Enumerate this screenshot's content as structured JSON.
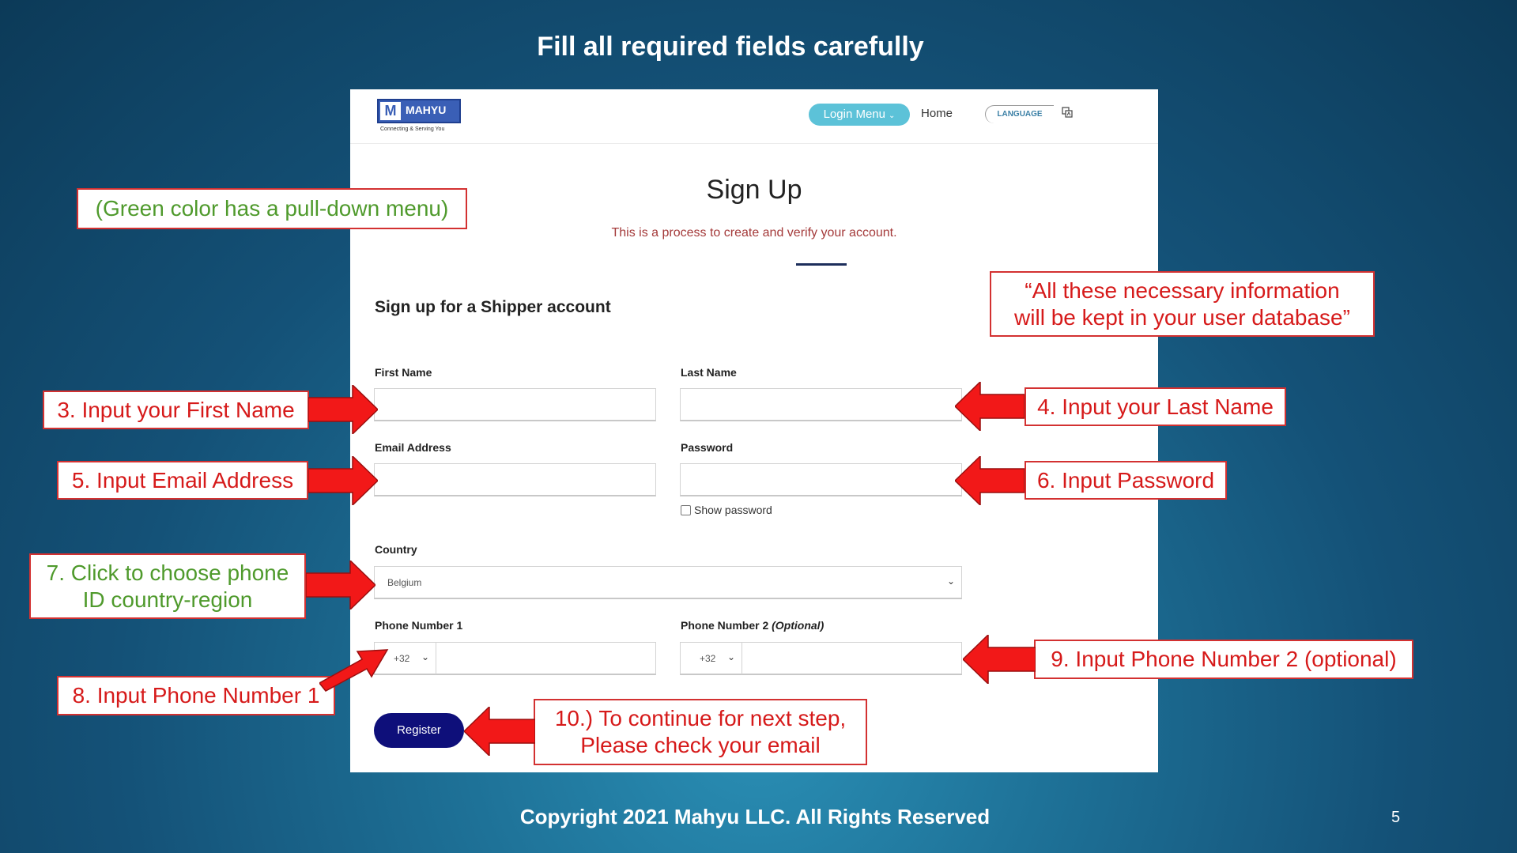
{
  "slide": {
    "title": "Fill all required fields carefully",
    "footer": "Copyright 2021 Mahyu LLC. All Rights Reserved",
    "page_number": "5"
  },
  "site": {
    "logo_text": "MAHYU",
    "logo_letter": "M",
    "logo_tagline": "Connecting & Serving You",
    "nav": {
      "login_menu": "Login Menu",
      "home": "Home",
      "language": "LANGUAGE"
    }
  },
  "form": {
    "title": "Sign Up",
    "subtitle": "This is a process to create and verify your account.",
    "section_title": "Sign up for a Shipper account",
    "first_name_label": "First Name",
    "last_name_label": "Last Name",
    "email_label": "Email Address",
    "password_label": "Password",
    "show_password_label": "Show password",
    "country_label": "Country",
    "country_value": "Belgium",
    "phone1_label": "Phone Number 1",
    "phone2_label": "Phone Number 2",
    "phone2_optional": "(Optional)",
    "phone1_code": "+32",
    "phone2_code": "+32",
    "register_label": "Register"
  },
  "callouts": {
    "green_note": "(Green color has a pull-down menu)",
    "database_line1": "“All these necessary information",
    "database_line2": "will be kept in your user database”",
    "first_name": "3. Input your First Name",
    "last_name": "4. Input your Last Name",
    "email": "5. Input Email Address",
    "password": "6. Input Password",
    "country_line1": "7. Click to choose phone",
    "country_line2": "ID country-region",
    "phone1": "8. Input Phone Number 1",
    "phone2": "9. Input Phone Number 2 (optional)",
    "register_line1": "10.) To continue for next step,",
    "register_line2": "Please check your email"
  },
  "colors": {
    "callout_red": "#d61a1a",
    "callout_green": "#4f9a2c",
    "arrow_red": "#f21818",
    "register_button": "#0e0f7a",
    "login_menu": "#5cc2d8"
  }
}
